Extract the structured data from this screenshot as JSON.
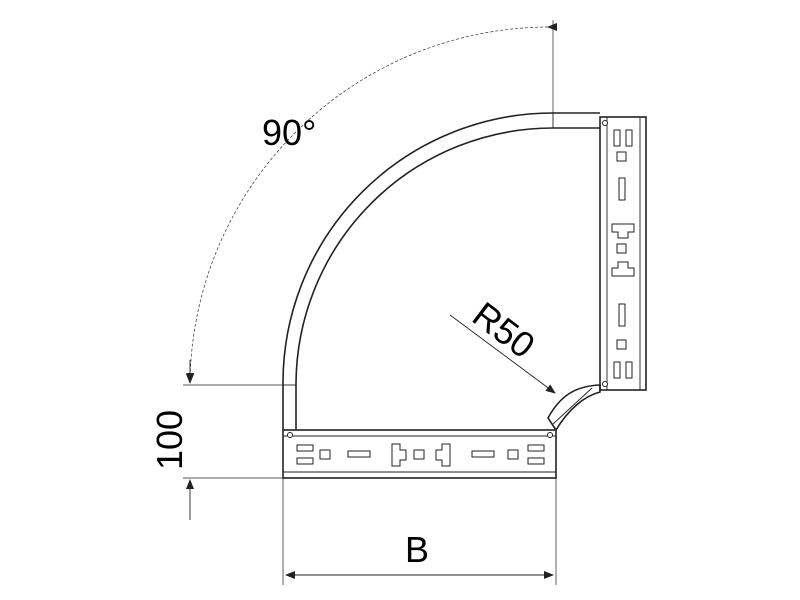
{
  "dimensions": {
    "angle_label": "90°",
    "radius_label": "R50",
    "height_label": "100",
    "width_label": "B"
  },
  "colors": {
    "line": "#222222",
    "background": "#ffffff"
  }
}
